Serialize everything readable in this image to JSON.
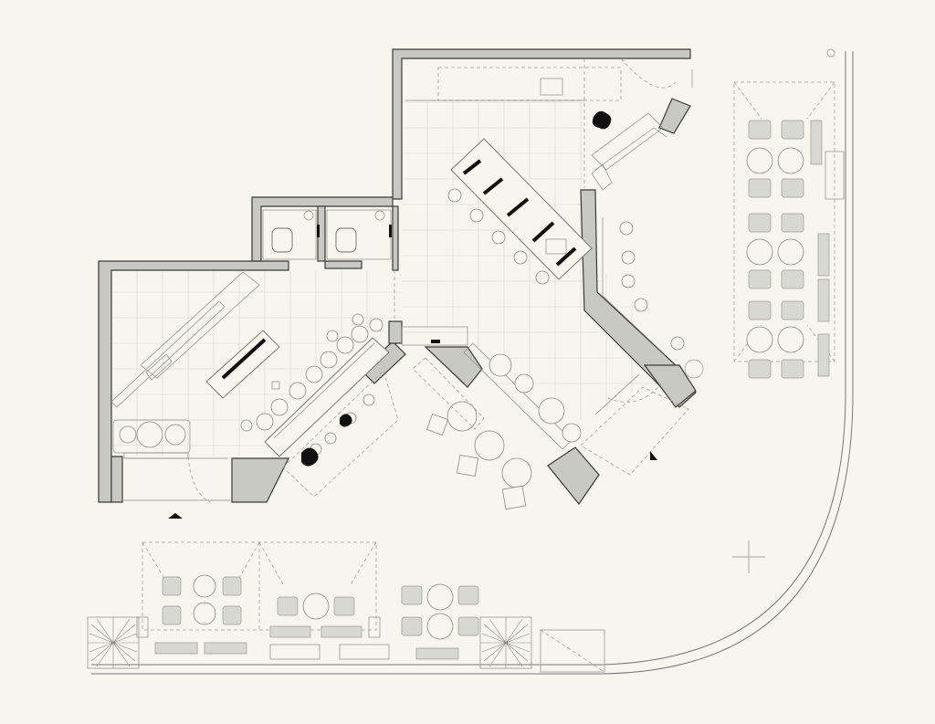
{
  "drawing": {
    "type": "architectural floor plan",
    "colors": {
      "background": "#f6f5ee",
      "wall_fill": "#c9c9c4",
      "line": "#3a3a38",
      "accent_black": "#111111"
    },
    "elements": [
      "entrance-arrow-left",
      "entrance-arrow-right",
      "wc-left",
      "wc-right",
      "bar-counter",
      "central-table",
      "terrace-south",
      "terrace-east",
      "street-curb",
      "north-marker"
    ]
  }
}
